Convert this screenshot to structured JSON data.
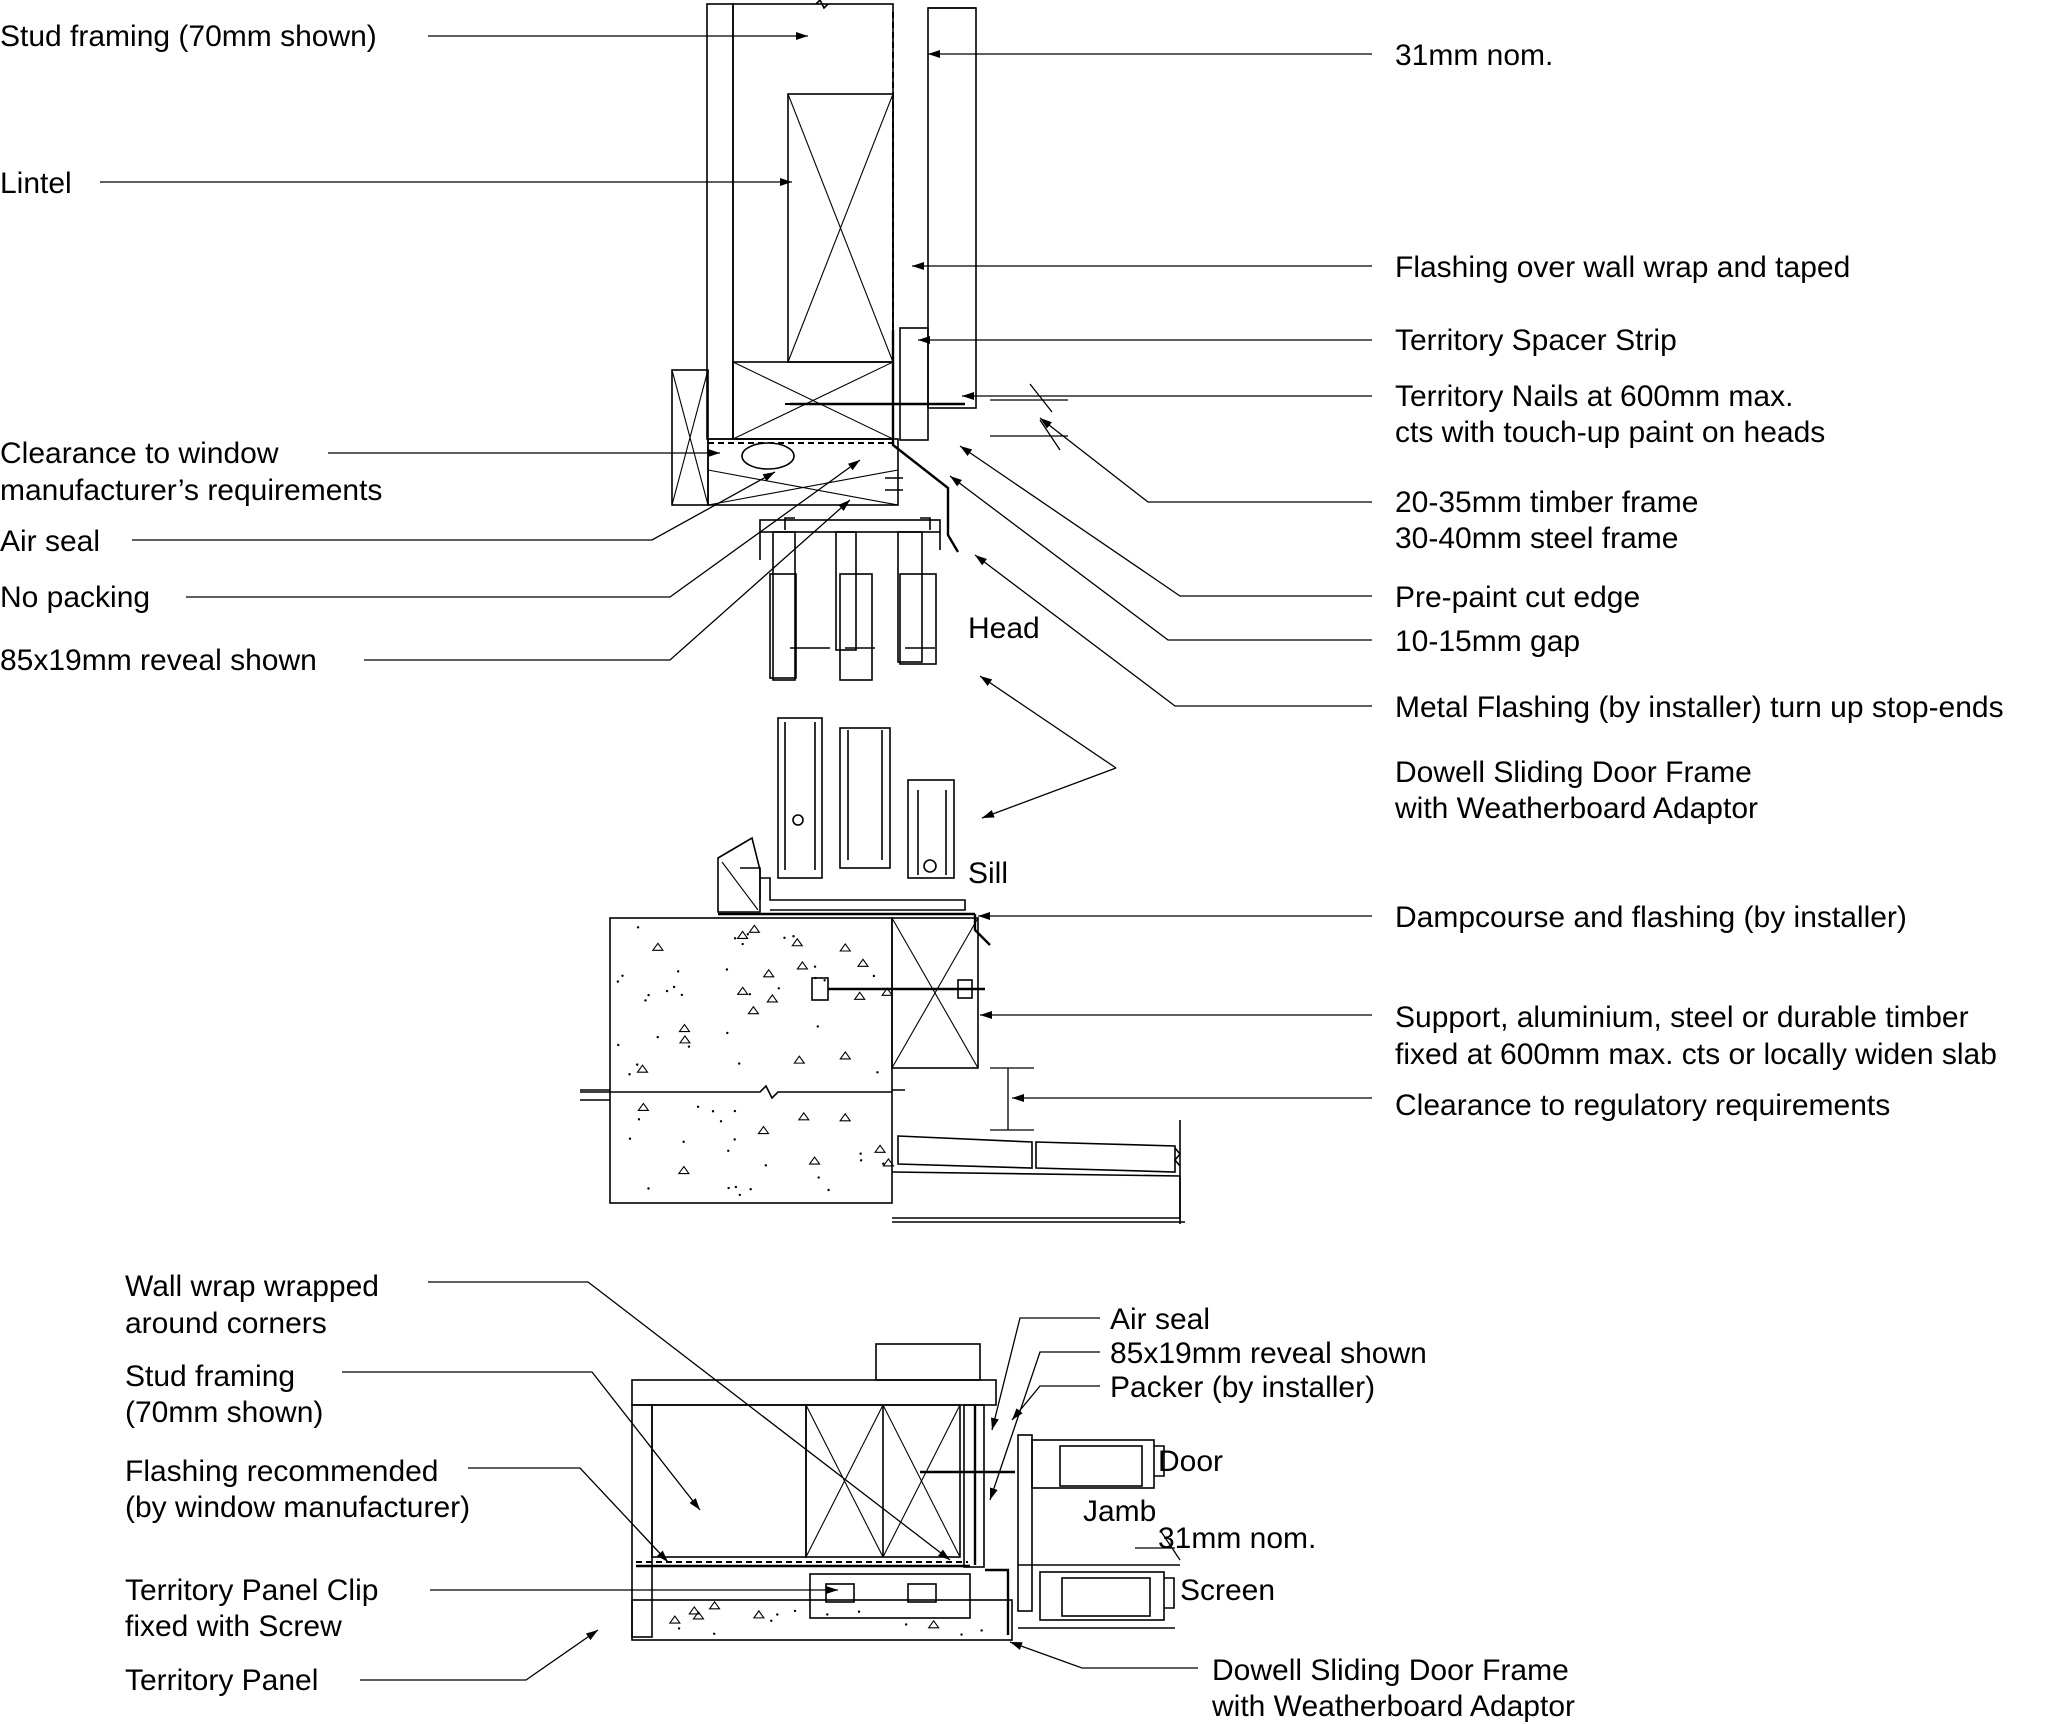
{
  "head_sill_section": {
    "labels_left": [
      "Stud framing (70mm shown)",
      "Lintel",
      "Clearance to window",
      "manufacturer’s requirements",
      "Air seal",
      "No packing",
      "85x19mm reveal shown"
    ],
    "labels_right": [
      "31mm nom.",
      "Flashing over wall wrap and taped",
      "Territory Spacer Strip",
      "Territory Nails at 600mm max.",
      "cts with touch-up paint on heads",
      "20-35mm timber frame",
      "30-40mm steel frame",
      "Pre-paint cut edge",
      "10-15mm gap",
      "Metal Flashing (by installer) turn up stop-ends",
      "Dowell Sliding Door Frame",
      "with Weatherboard Adaptor",
      "Dampcourse and flashing (by installer)",
      "Support, aluminium, steel or durable timber",
      "fixed at 600mm max. cts or locally widen slab",
      "Clearance to regulatory requirements"
    ],
    "inline_labels": [
      "Head",
      "Sill"
    ]
  },
  "jamb_plan": {
    "labels_left": [
      "Wall wrap wrapped",
      "around corners",
      "Stud framing",
      "(70mm shown)",
      "Flashing recommended",
      "(by window manufacturer)",
      "Territory Panel Clip",
      "fixed with  Screw",
      "Territory Panel"
    ],
    "labels_right": [
      "Air seal",
      "85x19mm reveal shown",
      "Packer (by installer)",
      "Door",
      "Jamb",
      "31mm nom.",
      "Screen",
      "Dowell Sliding Door Frame",
      "with Weatherboard Adaptor"
    ]
  }
}
